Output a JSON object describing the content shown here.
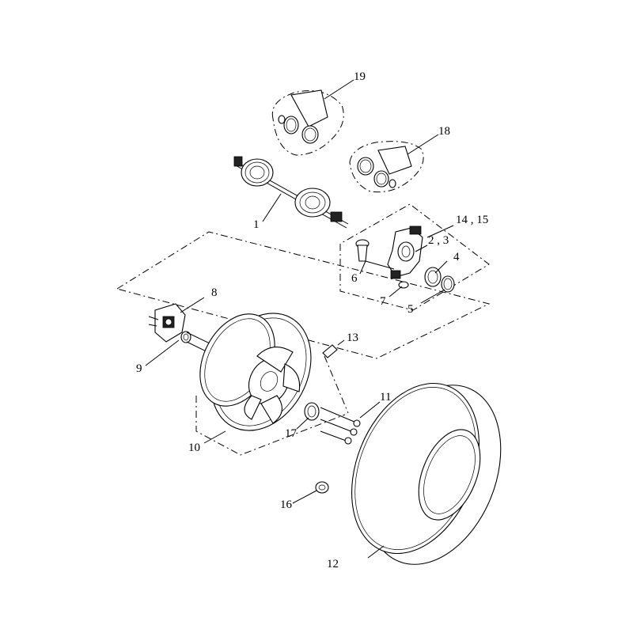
{
  "callouts": {
    "c1": "1",
    "c2_3": "2 , 3",
    "c4": "4",
    "c5": "5",
    "c6": "6",
    "c7": "7",
    "c8": "8",
    "c9": "9",
    "c10": "10",
    "c11": "11",
    "c12": "12",
    "c13": "13",
    "c14_15": "14 , 15",
    "c16": "16",
    "c17": "17",
    "c18": "18",
    "c19": "19"
  }
}
